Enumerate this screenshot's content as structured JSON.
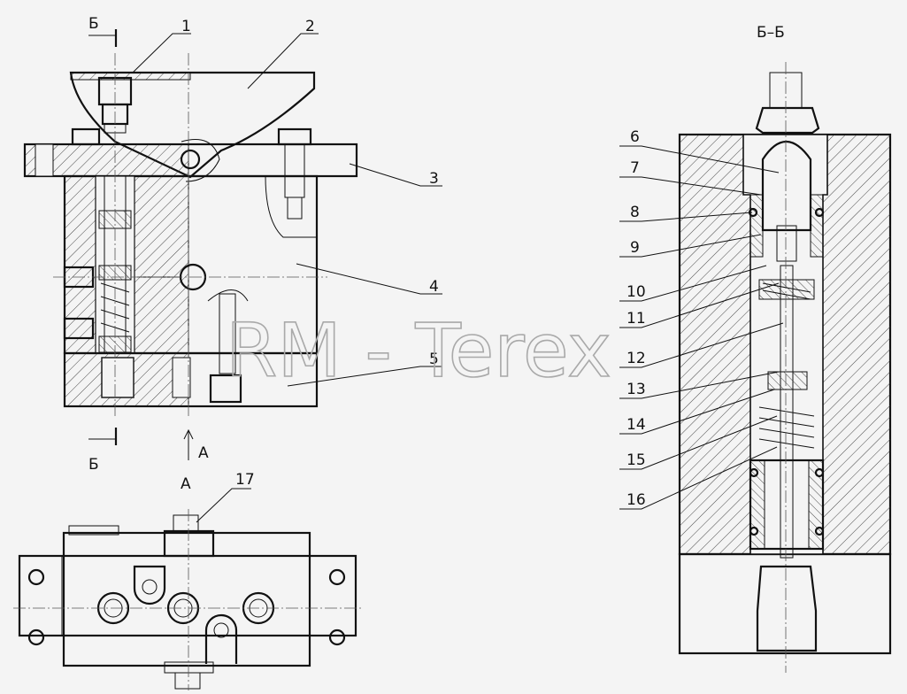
{
  "section_marks": {
    "top": "Б",
    "bottom": "Б",
    "view_arrow": "А",
    "section_title": "Б–Б",
    "view_title": "А"
  },
  "watermark": "RM - Terex",
  "callouts": [
    "1",
    "2",
    "3",
    "4",
    "5",
    "6",
    "7",
    "8",
    "9",
    "10",
    "11",
    "12",
    "13",
    "14",
    "15",
    "16",
    "17"
  ],
  "colors": {
    "line": "#111111",
    "hatch": "#333333",
    "watermark": "#a9a9a9",
    "background": "#f4f4f4"
  }
}
